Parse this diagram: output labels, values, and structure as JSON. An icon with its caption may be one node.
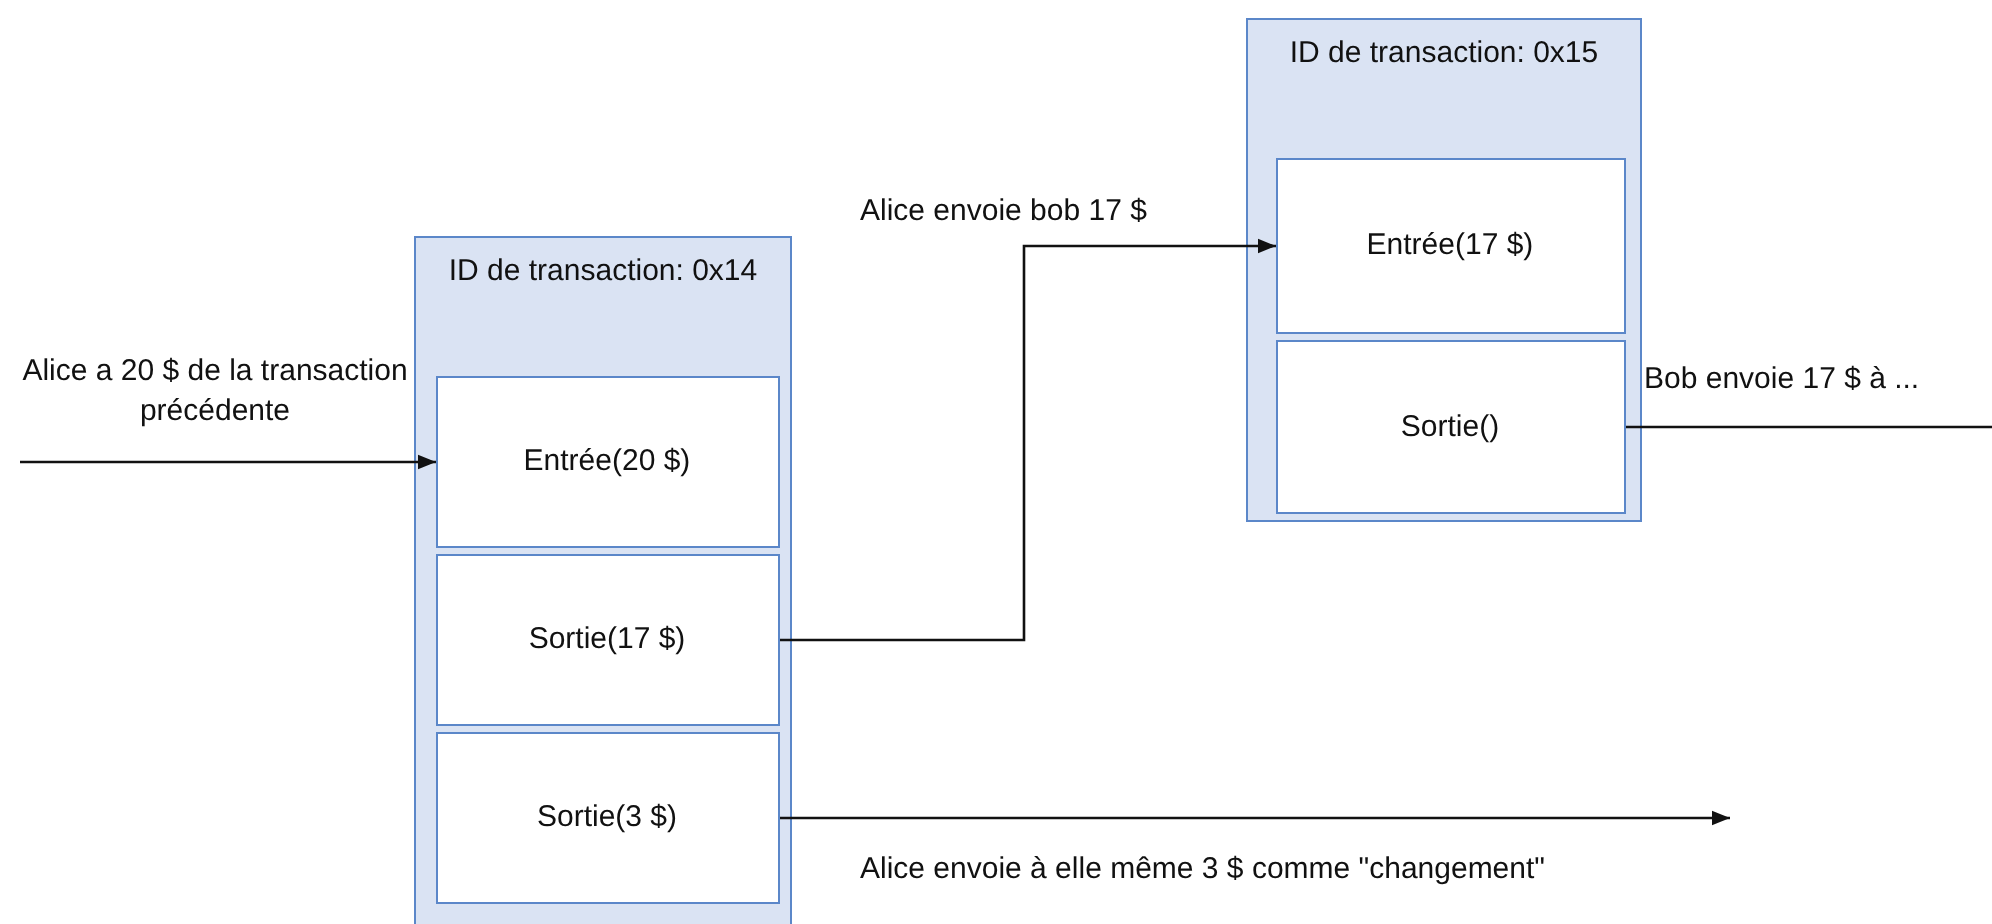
{
  "diagram": {
    "nodes": [
      {
        "text": [
          "ID de transaction: 0x14"
        ]
      },
      {
        "text": [
          "Entrée(20 $)"
        ],
        "in": 0
      },
      {
        "text": [
          "Sortie(17 $)"
        ],
        "in": 0
      },
      {
        "text": [
          "Sortie(3 $)"
        ],
        "in": 0
      },
      {
        "text": [
          "ID de transaction: 0x15"
        ]
      },
      {
        "text": [
          "Entrée(17 $)"
        ],
        "in": 4
      },
      {
        "text": [
          "Sortie()"
        ],
        "in": 4
      }
    ],
    "edges": [
      {
        "from": null,
        "to": 1,
        "arrow": "to",
        "label": "Alice a 20 $ de la transaction précédente"
      },
      {
        "from": 2,
        "to": 5,
        "arrow": "to",
        "label": "Alice envoie bob 17 $"
      },
      {
        "from": 3,
        "to": null,
        "arrow": "to",
        "label": "Alice envoie à elle même 3 $ comme \"changement\""
      },
      {
        "from": 6,
        "to": null,
        "arrow": "none",
        "label": "Bob envoie 17 $ à ..."
      }
    ]
  }
}
